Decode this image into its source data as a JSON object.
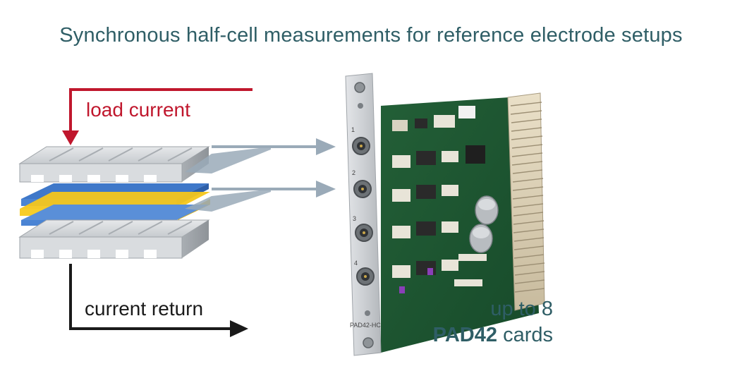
{
  "title": "Synchronous half-cell measurements for reference electrode setups",
  "labels": {
    "load_current": "load current",
    "current_return": "current return",
    "up_to": "up to 8",
    "cards_bold": "PAD42",
    "cards_rest": " cards",
    "card_model": "PAD42-HC",
    "port_numbers": [
      "1",
      "2",
      "3",
      "4"
    ]
  },
  "colors": {
    "title": "#2f5e66",
    "load_arrow": "#c0172d",
    "return_arrow": "#1a1a1a",
    "plate": "#b9bdc2",
    "anode": "#3f78c9",
    "separator": "#f4c61c",
    "pcb": "#1c5a32",
    "front_panel": "#c9ccd0",
    "connector_arrow": "#9aaab8"
  }
}
